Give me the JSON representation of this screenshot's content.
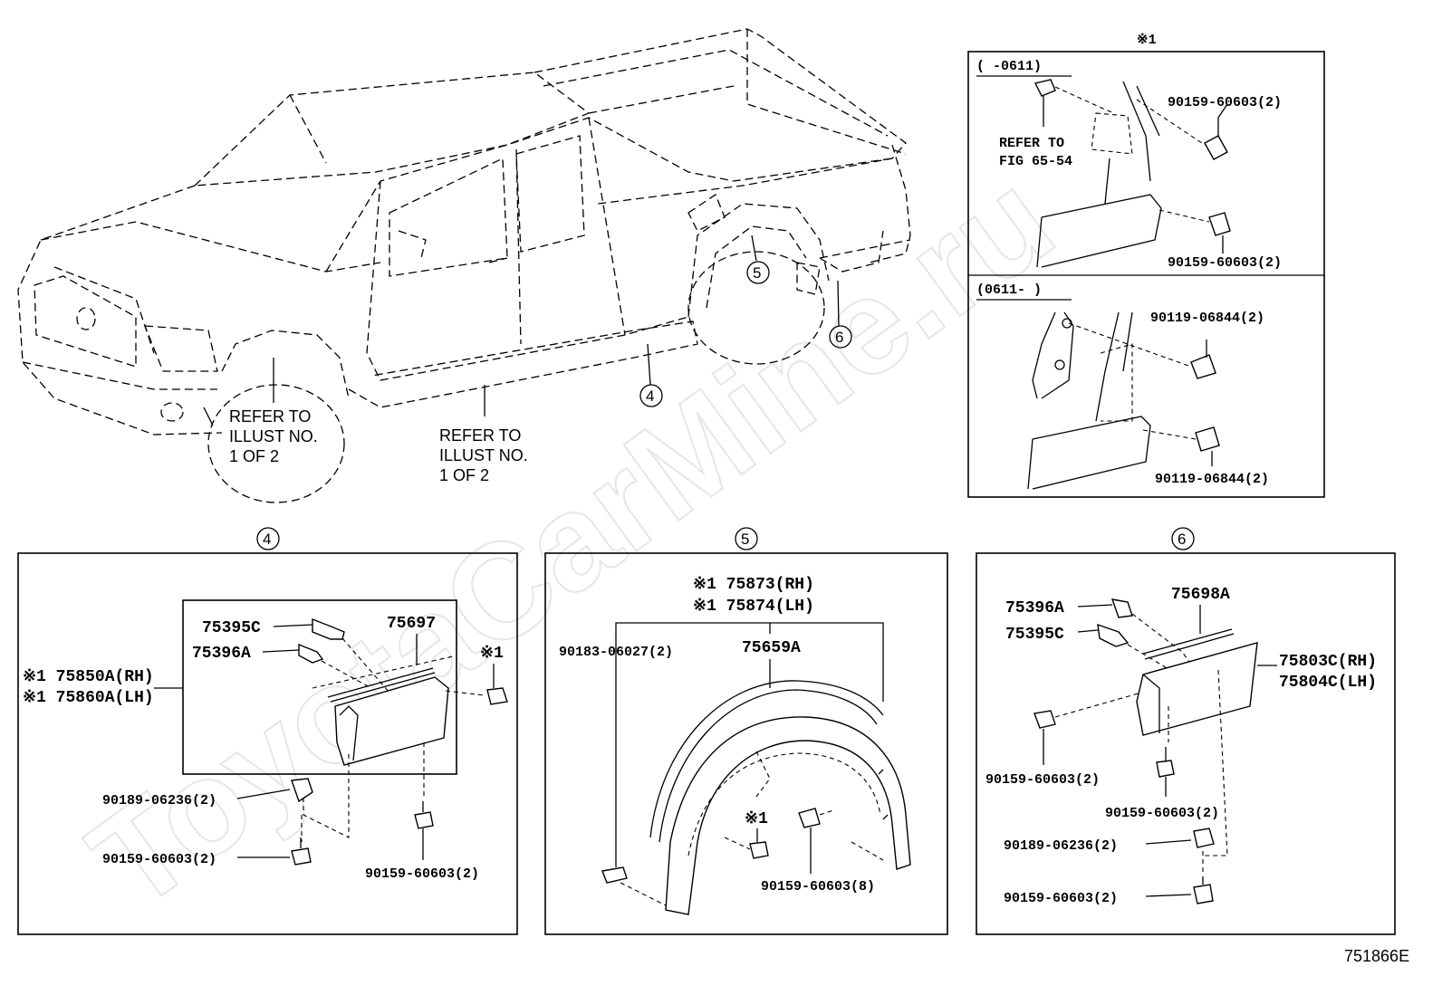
{
  "diagram_id": "751866E",
  "watermark": "ToyotaCarMine.ru",
  "overview": {
    "callouts": [
      "5",
      "6",
      "4"
    ],
    "refer_front": [
      "REFER TO",
      "ILLUST NO.",
      "1 OF 2"
    ],
    "refer_side": [
      "REFER TO",
      "ILLUST NO.",
      "1 OF 2"
    ]
  },
  "detail_top_right": {
    "header": "※1",
    "upper": {
      "range": "(   -0611)",
      "refer": [
        "REFER TO",
        "FIG 65-54"
      ],
      "parts": [
        "90159-60603(2)",
        "90159-60603(2)"
      ]
    },
    "lower": {
      "range": "(0611-    )",
      "parts": [
        "90119-06844(2)",
        "90119-06844(2)"
      ]
    }
  },
  "panel4": {
    "callout": "4",
    "labels": {
      "p75395c": "75395C",
      "p75396a": "75396A",
      "p75697": "75697",
      "note1": "※1",
      "rh": "※1 75850A(RH)",
      "lh": "※1 75860A(LH)",
      "clip": "90189-06236(2)",
      "screw_left": "90159-60603(2)",
      "screw_right": "90159-60603(2)"
    }
  },
  "panel5": {
    "callout": "5",
    "labels": {
      "rh": "※1 75873(RH)",
      "lh": "※1 75874(LH)",
      "p75659a": "75659A",
      "left": "90183-06027(2)",
      "note1": "※1",
      "screws": "90159-60603(8)"
    }
  },
  "panel6": {
    "callout": "6",
    "labels": {
      "p75396a": "75396A",
      "p75395c": "75395C",
      "p75698a": "75698A",
      "rh": "75803C(RH)",
      "lh": "75804C(LH)",
      "screw1": "90159-60603(2)",
      "screw2": "90159-60603(2)",
      "clip": "90189-06236(2)",
      "screw3": "90159-60603(2)"
    }
  }
}
